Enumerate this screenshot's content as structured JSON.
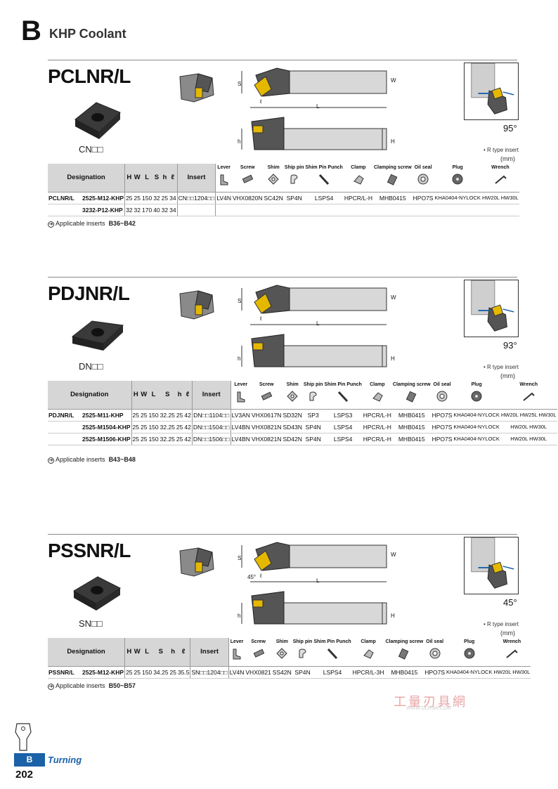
{
  "header": {
    "section_letter": "B",
    "section_title": "KHP Coolant"
  },
  "common": {
    "r_type": "• R type insert",
    "mm": "(mm)"
  },
  "columns": {
    "designation": "Designation",
    "H": "H",
    "W": "W",
    "L": "L",
    "S": "S",
    "h": "h",
    "l": "ℓ",
    "insert": "Insert",
    "parts": [
      "Lever",
      "Screw",
      "Shim",
      "Ship pin",
      "Shim Pin Punch",
      "Clamp",
      "Clamping screw",
      "Oil seal",
      "Plug",
      "Wrench"
    ]
  },
  "sections": [
    {
      "title": "PCLNR/L",
      "insert_code": "CN□□",
      "angle": "95°",
      "applicable": {
        "label": "Applicable inserts",
        "pages": "B36~B42"
      },
      "rows": [
        {
          "family": "PCLNR/L",
          "code": "2525-M12-KHP",
          "H": "25",
          "W": "25",
          "L": "150",
          "S": "32",
          "h": "25",
          "l": "34",
          "insert": "CN□□1204□□",
          "lever": "LV4N",
          "screw": "VHX0820N",
          "shim": "SC42N",
          "ship_pin": "SP4N",
          "punch": "LSPS4",
          "clamp": "HPCR/L-H",
          "clamping_screw": "MHB0415",
          "oil_seal": "HPO7S",
          "plug": "KHA0404-NYLOCK",
          "wrench": "HW20L HW30L"
        },
        {
          "family": "",
          "code": "3232-P12-KHP",
          "H": "32",
          "W": "32",
          "L": "170",
          "S": "40",
          "h": "32",
          "l": "34",
          "insert": "",
          "lever": "",
          "screw": "",
          "shim": "",
          "ship_pin": "",
          "punch": "",
          "clamp": "",
          "clamping_screw": "",
          "oil_seal": "",
          "plug": "",
          "wrench": ""
        }
      ]
    },
    {
      "title": "PDJNR/L",
      "insert_code": "DN□□",
      "angle": "93°",
      "applicable": {
        "label": "Applicable inserts",
        "pages": "B43~B48"
      },
      "rows": [
        {
          "family": "PDJNR/L",
          "code": "2525-M11-KHP",
          "H": "25",
          "W": "25",
          "L": "150",
          "S": "32.25",
          "h": "25",
          "l": "42",
          "insert": "DN□□1104□□",
          "lever": "LV3AN",
          "screw": "VHX0617N",
          "shim": "SD32N",
          "ship_pin": "SP3",
          "punch": "LSPS3",
          "clamp": "HPCR/L-H",
          "clamping_screw": "MHB0415",
          "oil_seal": "HPO7S",
          "plug": "KHA0404-NYLOCK",
          "wrench": "HW20L HW25L HW30L"
        },
        {
          "family": "",
          "code": "2525-M1504-KHP",
          "H": "25",
          "W": "25",
          "L": "150",
          "S": "32.25",
          "h": "25",
          "l": "42",
          "insert": "DN□□1504□□",
          "lever": "LV4BN",
          "screw": "VHX0821N",
          "shim": "SD43N",
          "ship_pin": "SP4N",
          "punch": "LSPS4",
          "clamp": "HPCR/L-H",
          "clamping_screw": "MHB0415",
          "oil_seal": "HPO7S",
          "plug": "KHA0404-NYLOCK",
          "wrench": "HW20L HW30L"
        },
        {
          "family": "",
          "code": "2525-M1506-KHP",
          "H": "25",
          "W": "25",
          "L": "150",
          "S": "32.25",
          "h": "25",
          "l": "42",
          "insert": "DN□□1506□□",
          "lever": "LV4BN",
          "screw": "VHX0821N",
          "shim": "SD42N",
          "ship_pin": "SP4N",
          "punch": "LSPS4",
          "clamp": "HPCR/L-H",
          "clamping_screw": "MHB0415",
          "oil_seal": "HPO7S",
          "plug": "KHA0404-NYLOCK",
          "wrench": "HW20L HW30L"
        }
      ]
    },
    {
      "title": "PSSNR/L",
      "insert_code": "SN□□",
      "angle": "45°",
      "applicable": {
        "label": "Applicable inserts",
        "pages": "B50~B57"
      },
      "rows": [
        {
          "family": "PSSNR/L",
          "code": "2525-M12-KHP",
          "H": "25",
          "W": "25",
          "L": "150",
          "S": "34.25",
          "h": "25",
          "l": "35.5",
          "insert": "SN□□1204□□",
          "lever": "LV4N",
          "screw": "VHX0821",
          "shim": "SS42N",
          "ship_pin": "SP4N",
          "punch": "LSPS4",
          "clamp": "HPCR/L-3H",
          "clamping_screw": "MHB0415",
          "oil_seal": "HPO7S",
          "plug": "KHA0404-NYLOCK",
          "wrench": "HW20L HW30L"
        }
      ]
    }
  ],
  "drawing_labels": {
    "S": "S",
    "W": "W",
    "L": "L",
    "l": "ℓ",
    "h": "h",
    "H": "H",
    "angle45": "45°"
  },
  "footer": {
    "section": "B",
    "category": "Turning",
    "page": "202"
  },
  "watermark": {
    "text": "工量刃具網",
    "url": "WWW.GLRJW.COM"
  }
}
